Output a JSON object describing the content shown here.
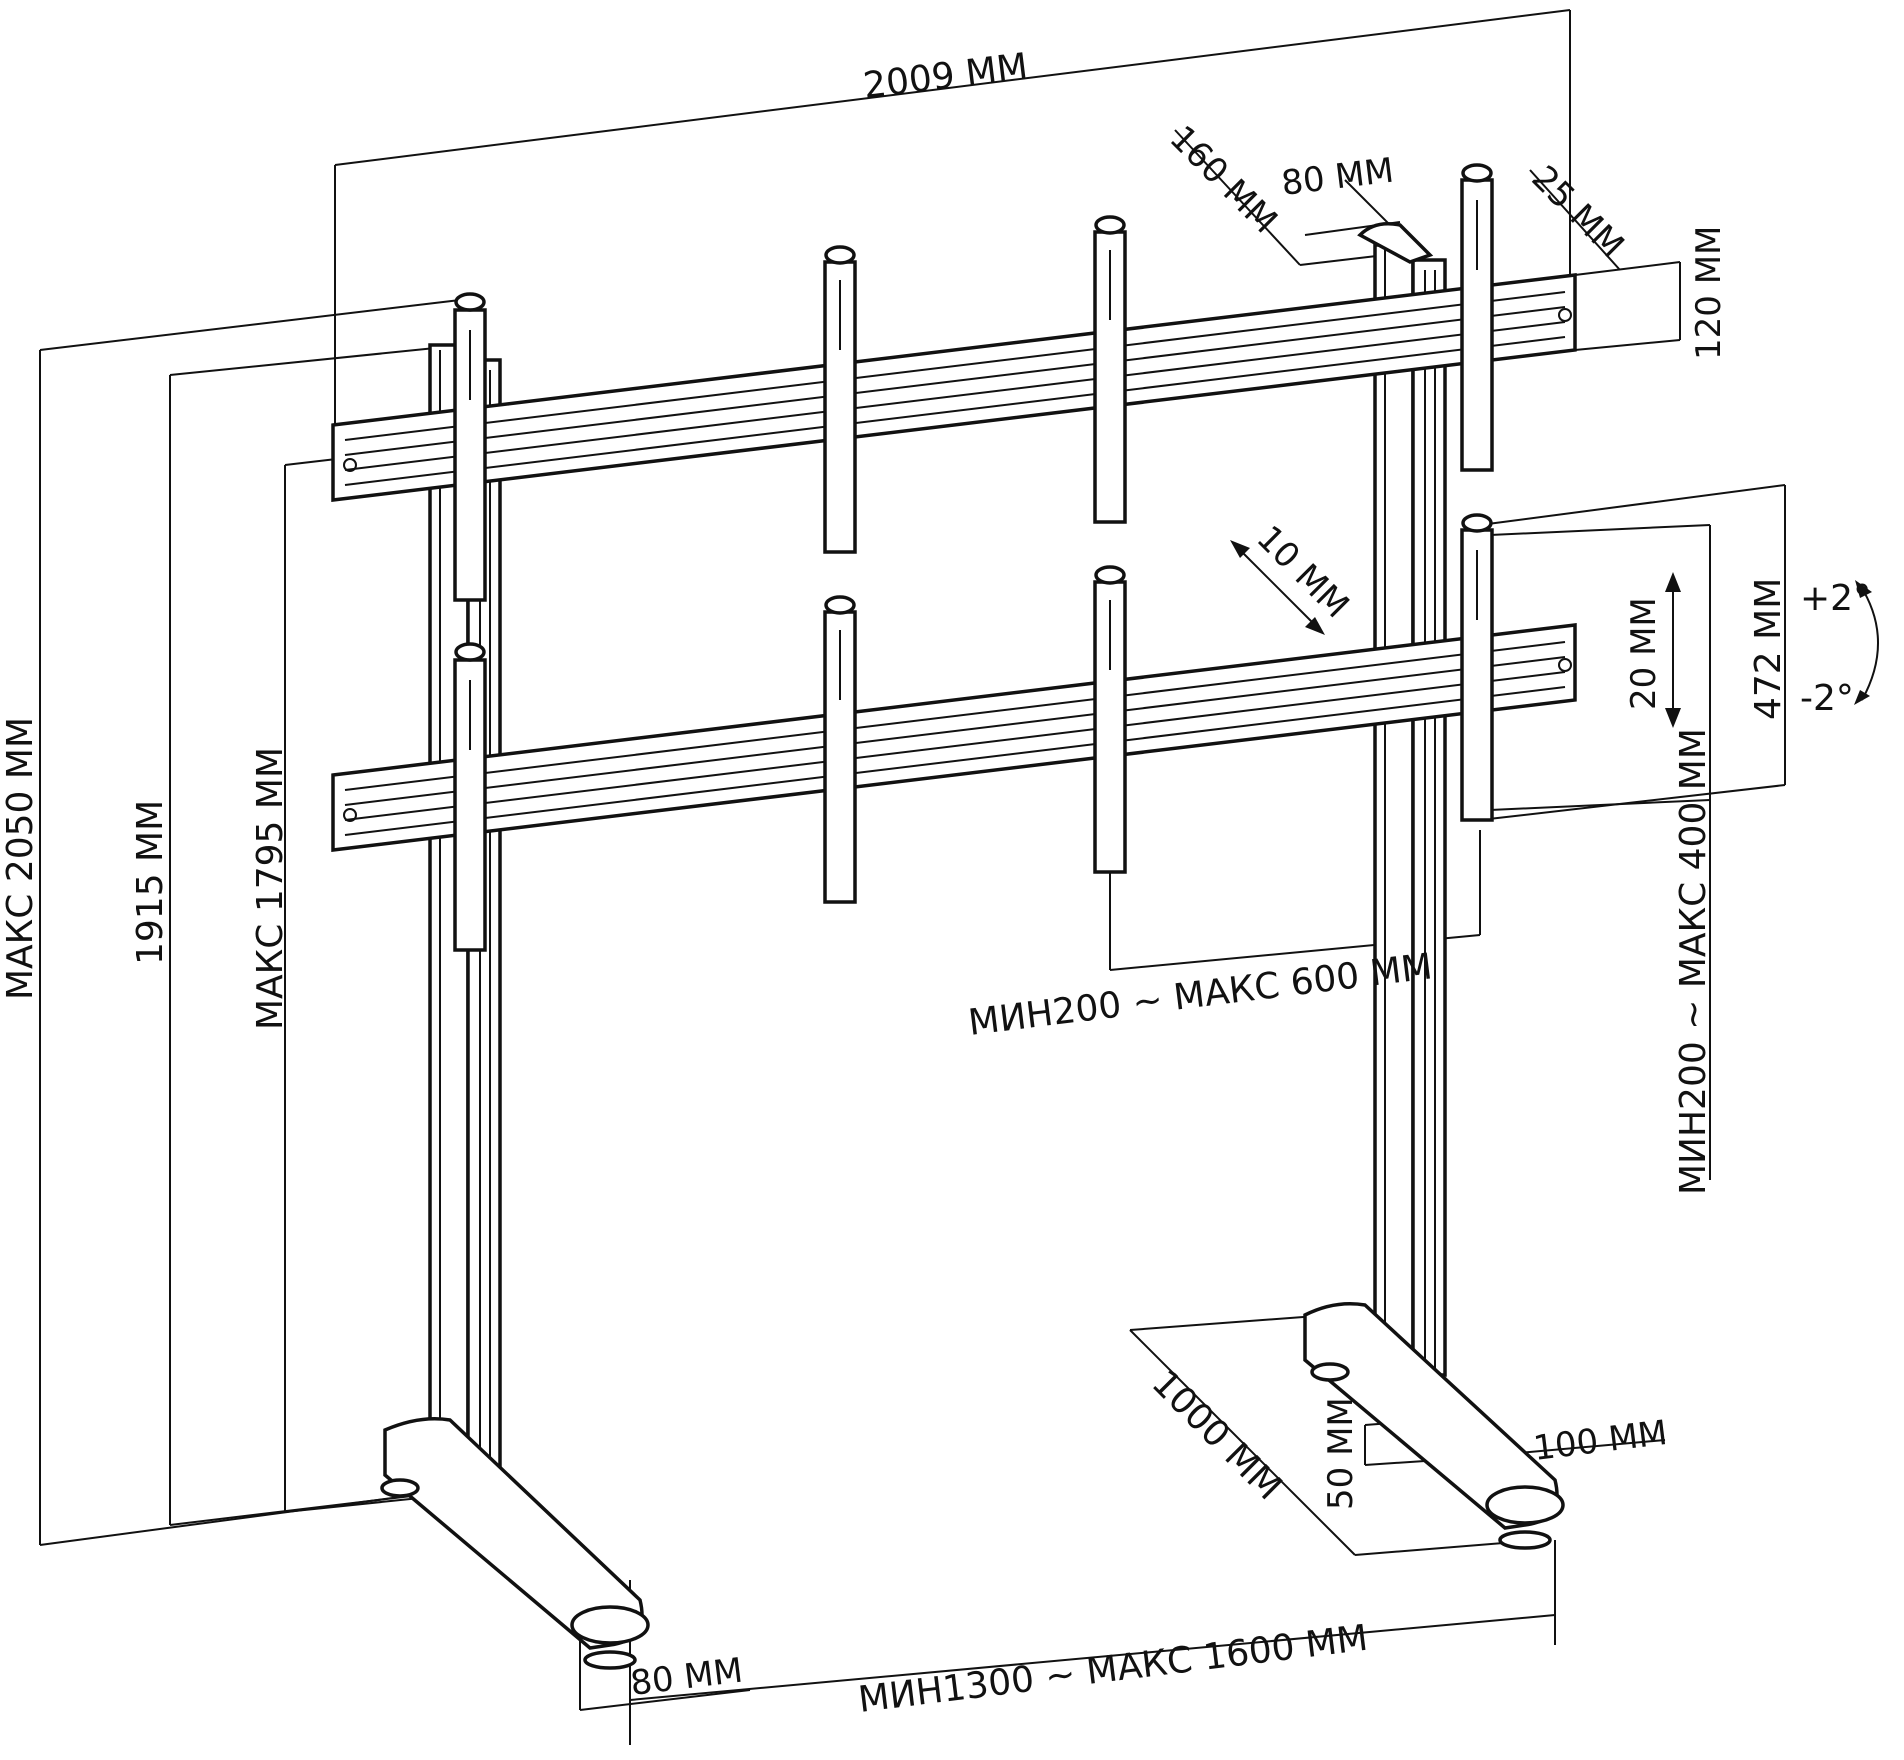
{
  "colors": {
    "ink": "#111111",
    "background": "#ffffff"
  },
  "dimensions": {
    "overall_width": "2009 MM",
    "bracket_width": "160 MM",
    "bracket_gap": "80 MM",
    "rail_offset": "25 MM",
    "rail_height": "120 MM",
    "depth_adjust": "10 MM",
    "vertical_adjust": "20 MM",
    "plate_height": "472 MM",
    "tilt_plus": "+2°",
    "tilt_minus": "-2°",
    "max_total_height": "МАКС 2050 MM",
    "total_height": "1915 MM",
    "max_rail_height": "МАКС 1795 MM",
    "horizontal_vesa": "МИН200 ~ МАКС 600 MM",
    "vertical_vesa": "МИН200 ~ МАКС 400 MM",
    "foot_length": "1000 MM",
    "foot_clearance": "50 MM",
    "foot_width": "100 MM",
    "foot_end": "80 MM",
    "upright_spacing": "МИН1300 ~ МАКС 1600 MM"
  }
}
